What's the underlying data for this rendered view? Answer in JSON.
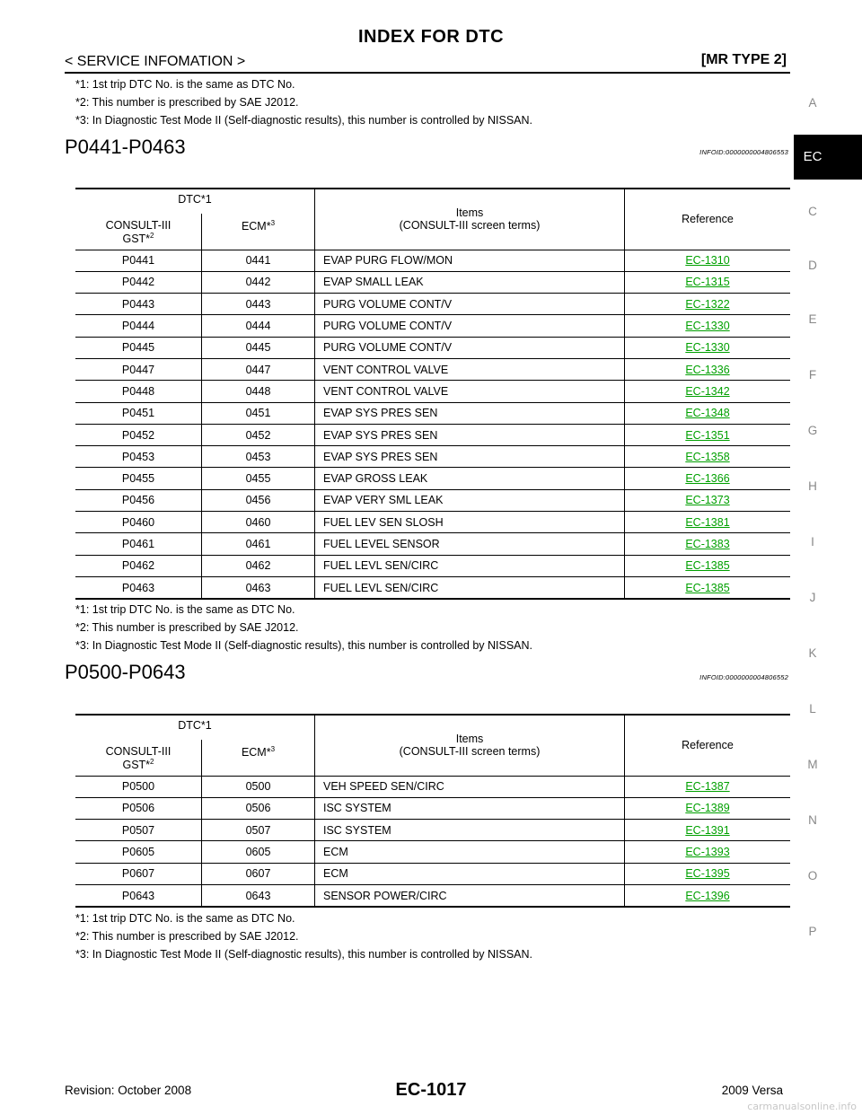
{
  "header": {
    "title": "INDEX FOR DTC",
    "section": "< SERVICE INFOMATION >",
    "model_type": "[MR TYPE 2]"
  },
  "notes": {
    "n1": "*1: 1st trip DTC No. is the same as DTC No.",
    "n2": "*2: This number is prescribed by SAE J2012.",
    "n3": "*3: In Diagnostic Test Mode II (Self-diagnostic results), this number is controlled by NISSAN."
  },
  "table_headers": {
    "dtc": "DTC*1",
    "consult": "CONSULT-III",
    "gst": "GST*",
    "gst_sup": "2",
    "ecm": "ECM*",
    "ecm_sup": "3",
    "items_1": "Items",
    "items_2": "(CONSULT-III screen terms)",
    "reference": "Reference"
  },
  "sections": [
    {
      "title": "P0441-P0463",
      "info_id": "INFOID:0000000004806553",
      "rows": [
        {
          "consult": "P0441",
          "ecm": "0441",
          "item": "EVAP PURG FLOW/MON",
          "ref": "EC-1310"
        },
        {
          "consult": "P0442",
          "ecm": "0442",
          "item": "EVAP SMALL LEAK",
          "ref": "EC-1315"
        },
        {
          "consult": "P0443",
          "ecm": "0443",
          "item": "PURG VOLUME CONT/V",
          "ref": "EC-1322"
        },
        {
          "consult": "P0444",
          "ecm": "0444",
          "item": "PURG VOLUME CONT/V",
          "ref": "EC-1330"
        },
        {
          "consult": "P0445",
          "ecm": "0445",
          "item": "PURG VOLUME CONT/V",
          "ref": "EC-1330"
        },
        {
          "consult": "P0447",
          "ecm": "0447",
          "item": "VENT CONTROL VALVE",
          "ref": "EC-1336"
        },
        {
          "consult": "P0448",
          "ecm": "0448",
          "item": "VENT CONTROL VALVE",
          "ref": "EC-1342"
        },
        {
          "consult": "P0451",
          "ecm": "0451",
          "item": "EVAP SYS PRES SEN",
          "ref": "EC-1348"
        },
        {
          "consult": "P0452",
          "ecm": "0452",
          "item": "EVAP SYS PRES SEN",
          "ref": "EC-1351"
        },
        {
          "consult": "P0453",
          "ecm": "0453",
          "item": "EVAP SYS PRES SEN",
          "ref": "EC-1358"
        },
        {
          "consult": "P0455",
          "ecm": "0455",
          "item": "EVAP GROSS LEAK",
          "ref": "EC-1366"
        },
        {
          "consult": "P0456",
          "ecm": "0456",
          "item": "EVAP VERY SML LEAK",
          "ref": "EC-1373"
        },
        {
          "consult": "P0460",
          "ecm": "0460",
          "item": "FUEL LEV SEN SLOSH",
          "ref": "EC-1381"
        },
        {
          "consult": "P0461",
          "ecm": "0461",
          "item": "FUEL LEVEL SENSOR",
          "ref": "EC-1383"
        },
        {
          "consult": "P0462",
          "ecm": "0462",
          "item": "FUEL LEVL SEN/CIRC",
          "ref": "EC-1385"
        },
        {
          "consult": "P0463",
          "ecm": "0463",
          "item": "FUEL LEVL SEN/CIRC",
          "ref": "EC-1385"
        }
      ]
    },
    {
      "title": "P0500-P0643",
      "info_id": "INFOID:0000000004806552",
      "rows": [
        {
          "consult": "P0500",
          "ecm": "0500",
          "item": "VEH SPEED SEN/CIRC",
          "ref": "EC-1387"
        },
        {
          "consult": "P0506",
          "ecm": "0506",
          "item": "ISC SYSTEM",
          "ref": "EC-1389"
        },
        {
          "consult": "P0507",
          "ecm": "0507",
          "item": "ISC SYSTEM",
          "ref": "EC-1391"
        },
        {
          "consult": "P0605",
          "ecm": "0605",
          "item": "ECM",
          "ref": "EC-1393"
        },
        {
          "consult": "P0607",
          "ecm": "0607",
          "item": "ECM",
          "ref": "EC-1395"
        },
        {
          "consult": "P0643",
          "ecm": "0643",
          "item": "SENSOR POWER/CIRC",
          "ref": "EC-1396"
        }
      ]
    }
  ],
  "side_index": {
    "letters": [
      "A",
      "C",
      "D",
      "E",
      "F",
      "G",
      "H",
      "I",
      "J",
      "K",
      "L",
      "M",
      "N",
      "O",
      "P"
    ],
    "active": "EC"
  },
  "footer": {
    "revision": "Revision: October 2008",
    "page": "EC-1017",
    "model": "2009 Versa",
    "watermark": "carmanualsonline.info"
  },
  "colors": {
    "link": "#00a000",
    "side_letter": "#888888",
    "tab_bg": "#000000"
  }
}
